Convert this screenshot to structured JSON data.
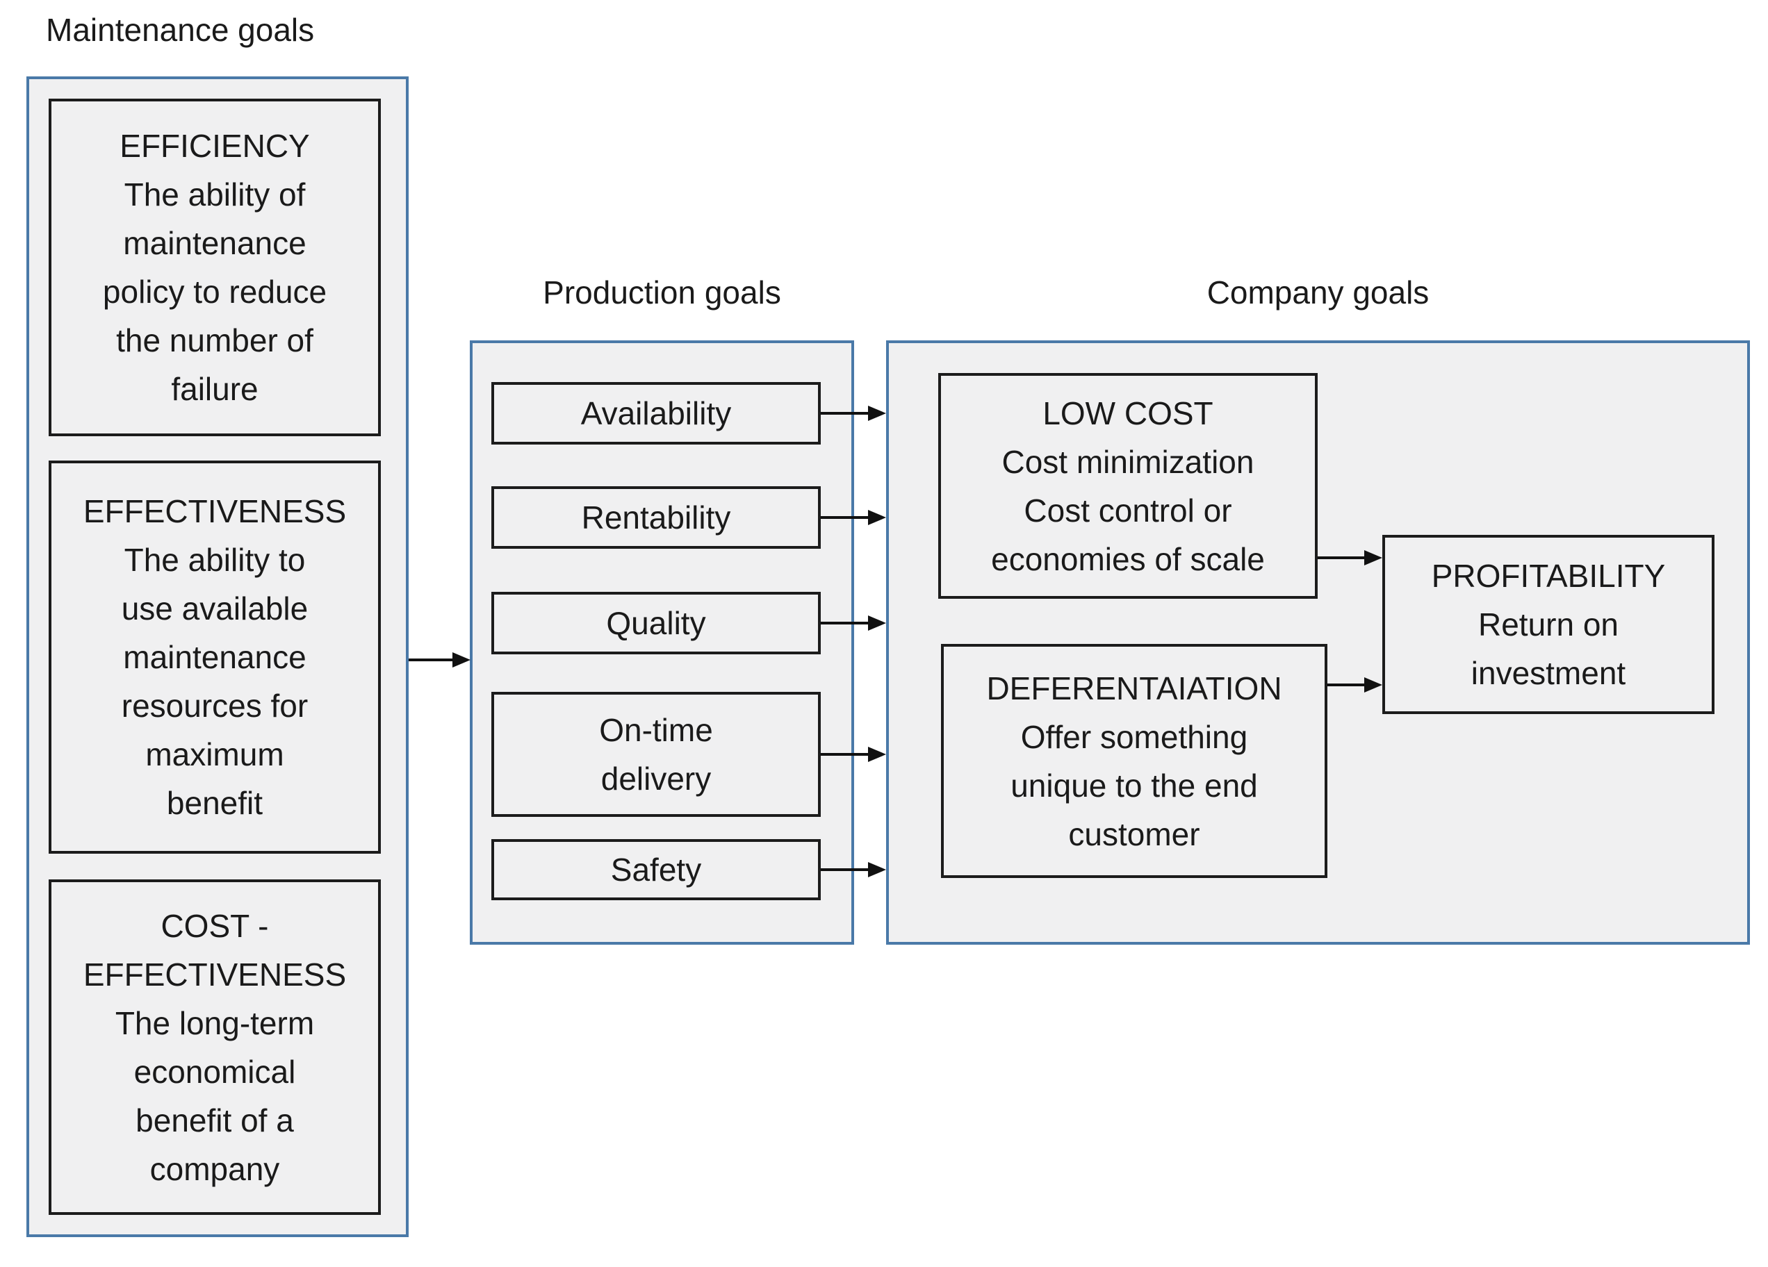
{
  "colors": {
    "page_bg": "#ffffff",
    "container_fill": "#f0f0f1",
    "container_border": "#4a79a8",
    "box_border": "#1c1c1c",
    "text": "#1a1a1a",
    "arrow": "#111111"
  },
  "maintenance": {
    "title": "Maintenance goals",
    "boxes": [
      {
        "name": "efficiency",
        "text": "EFFICIENCY\nThe ability of\nmaintenance\npolicy to reduce\nthe number of\nfailure"
      },
      {
        "name": "effectiveness",
        "text": "EFFECTIVENESS\nThe ability to\nuse available\nmaintenance\nresources for\nmaximum\nbenefit"
      },
      {
        "name": "cost-effectiveness",
        "text": "COST -\nEFFECTIVENESS\nThe long-term\neconomical\nbenefit of a\ncompany"
      }
    ]
  },
  "production": {
    "title": "Production goals",
    "boxes": [
      {
        "name": "availability",
        "text": "Availability"
      },
      {
        "name": "rentability",
        "text": "Rentability"
      },
      {
        "name": "quality",
        "text": "Quality"
      },
      {
        "name": "on-time-delivery",
        "text": "On-time\ndelivery"
      },
      {
        "name": "safety",
        "text": "Safety"
      }
    ]
  },
  "company": {
    "title": "Company goals",
    "boxes": [
      {
        "name": "low-cost",
        "text": "LOW COST\nCost minimization\nCost control or\neconomies of scale"
      },
      {
        "name": "differentiation",
        "text": "DEFERENTAIATION\nOffer something\nunique to the end\ncustomer"
      },
      {
        "name": "profitability",
        "text": "PROFITABILITY\nReturn on\ninvestment"
      }
    ]
  }
}
